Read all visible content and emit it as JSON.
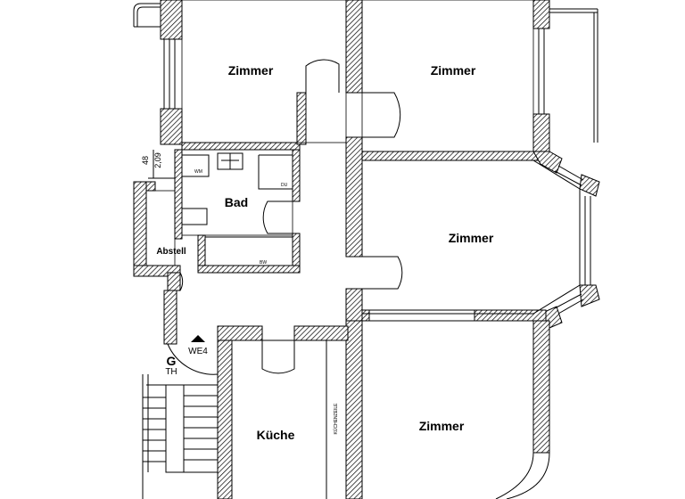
{
  "rooms": {
    "zimmer_top_left": "Zimmer",
    "zimmer_top_right": "Zimmer",
    "zimmer_middle": "Zimmer",
    "zimmer_bottom": "Zimmer",
    "bad": "Bad",
    "abstell": "Abstell",
    "kueche": "Küche"
  },
  "fixtures": {
    "wm": "WM",
    "du": "DU",
    "bw": "BW",
    "kuechenzeile": "KÜCHENZEILE"
  },
  "markers": {
    "unit": "WE4",
    "g": "G",
    "th": "TH"
  },
  "dimensions": {
    "d1": "48",
    "d2": "2,09"
  },
  "colors": {
    "wall_hatch": "#000000",
    "background": "#ffffff"
  }
}
